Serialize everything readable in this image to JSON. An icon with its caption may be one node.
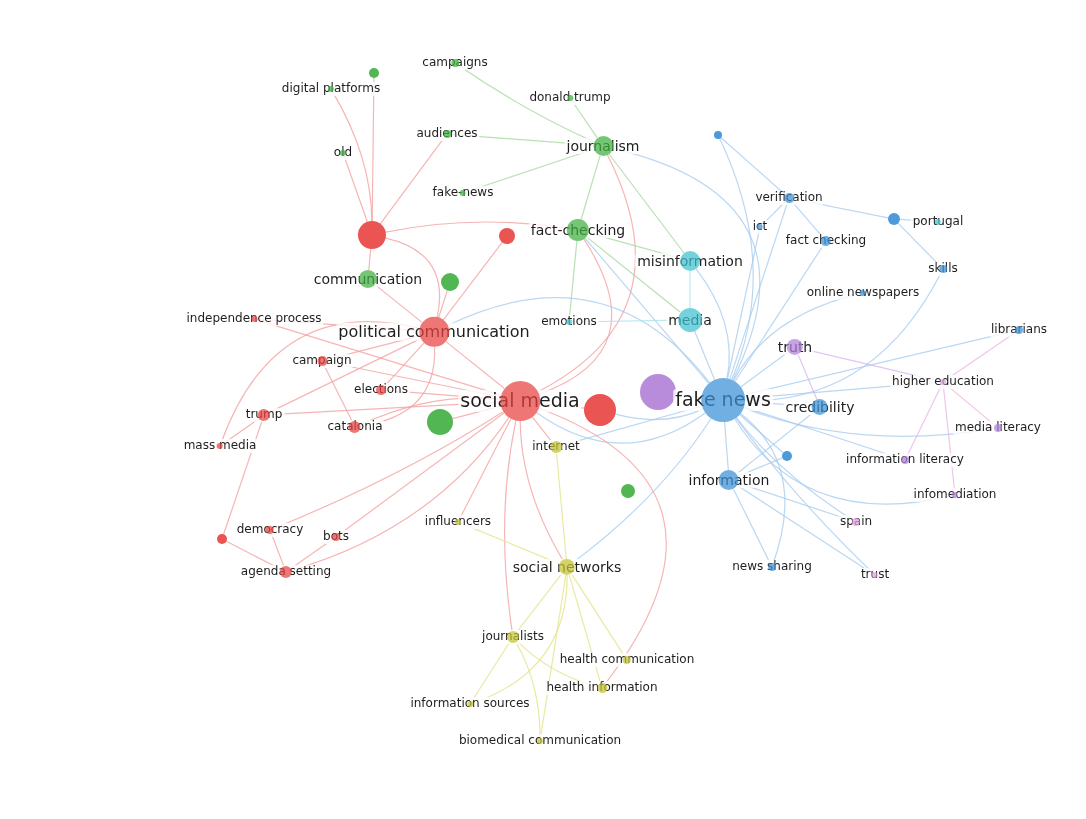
{
  "diagram": {
    "nodes": [
      {
        "text": [
          "campaigns"
        ]
      },
      {
        "text": [],
        "shape": "circle"
      },
      {
        "text": [
          "digital platforms"
        ]
      },
      {
        "text": [
          "donald trump"
        ]
      },
      {
        "text": [
          "audiences"
        ]
      },
      {
        "text": [
          "journalism"
        ]
      },
      {
        "text": [],
        "shape": "circle"
      },
      {
        "text": [
          "old"
        ]
      },
      {
        "text": [
          "fake-news"
        ]
      },
      {
        "text": [
          "verification"
        ]
      },
      {
        "text": [],
        "shape": "circle"
      },
      {
        "text": [
          "portugal"
        ]
      },
      {
        "text": [],
        "shape": "circle"
      },
      {
        "text": [],
        "shape": "circle"
      },
      {
        "text": [
          "fact-checking"
        ]
      },
      {
        "text": [
          "ict"
        ]
      },
      {
        "text": [
          "fact checking"
        ]
      },
      {
        "text": [
          "misinformation"
        ]
      },
      {
        "text": [
          "communication"
        ]
      },
      {
        "text": [],
        "shape": "circle"
      },
      {
        "text": [
          "skills"
        ]
      },
      {
        "text": [
          "online newspapers"
        ]
      },
      {
        "text": [
          "independence process"
        ]
      },
      {
        "text": [
          "political communication"
        ]
      },
      {
        "text": [
          "emotions"
        ]
      },
      {
        "text": [
          "media"
        ]
      },
      {
        "text": [
          "librarians"
        ]
      },
      {
        "text": [
          "truth"
        ]
      },
      {
        "text": [
          "campaign"
        ]
      },
      {
        "text": [
          "elections"
        ]
      },
      {
        "text": [
          "higher education"
        ]
      },
      {
        "text": [],
        "shape": "circle"
      },
      {
        "text": [
          "social media"
        ]
      },
      {
        "text": [
          "fake news"
        ]
      },
      {
        "text": [],
        "shape": "circle"
      },
      {
        "text": [
          "credibility"
        ]
      },
      {
        "text": [
          "trump"
        ]
      },
      {
        "text": [
          "catalonia"
        ]
      },
      {
        "text": [],
        "shape": "circle"
      },
      {
        "text": [
          "media literacy"
        ]
      },
      {
        "text": [
          "mass media"
        ]
      },
      {
        "text": [
          "internet"
        ]
      },
      {
        "text": [],
        "shape": "circle"
      },
      {
        "text": [
          "information literacy"
        ]
      },
      {
        "text": [
          "information"
        ]
      },
      {
        "text": [],
        "shape": "circle"
      },
      {
        "text": [
          "infomediation"
        ]
      },
      {
        "text": [
          "influencers"
        ]
      },
      {
        "text": [
          "democracy"
        ]
      },
      {
        "text": [],
        "shape": "circle"
      },
      {
        "text": [
          "bots"
        ]
      },
      {
        "text": [
          "spain"
        ]
      },
      {
        "text": [
          "social networks"
        ]
      },
      {
        "text": [
          "news sharing"
        ]
      },
      {
        "text": [
          "agenda setting"
        ]
      },
      {
        "text": [
          "trust"
        ]
      },
      {
        "text": [
          "journalists"
        ]
      },
      {
        "text": [
          "health communication"
        ]
      },
      {
        "text": [
          "health information"
        ]
      },
      {
        "text": [
          "information sources"
        ]
      },
      {
        "text": [
          "biomedical communication"
        ]
      }
    ],
    "edges": [
      {
        "from": 33,
        "to": 17,
        "arrow": "none",
        "color": "#a9cdef"
      },
      {
        "from": 33,
        "to": 25,
        "arrow": "none",
        "color": "#a9cdef"
      },
      {
        "from": 33,
        "to": 27,
        "arrow": "none",
        "color": "#a9cdef"
      },
      {
        "from": 33,
        "to": 35,
        "arrow": "none",
        "color": "#a9cdef"
      },
      {
        "from": 33,
        "to": 44,
        "arrow": "none",
        "color": "#a9cdef"
      },
      {
        "from": 33,
        "to": 31,
        "arrow": "none",
        "color": "#a9cdef"
      },
      {
        "from": 33,
        "to": 34,
        "arrow": "none",
        "color": "#a9cdef"
      },
      {
        "from": 33,
        "to": 32,
        "arrow": "none",
        "color": "#a9cdef"
      },
      {
        "from": 33,
        "to": 9,
        "arrow": "none",
        "color": "#a9cdef"
      },
      {
        "from": 33,
        "to": 16,
        "arrow": "none",
        "color": "#a9cdef"
      },
      {
        "from": 33,
        "to": 15,
        "arrow": "none",
        "color": "#a9cdef"
      },
      {
        "from": 33,
        "to": 21,
        "arrow": "none",
        "color": "#a9cdef"
      },
      {
        "from": 33,
        "to": 30,
        "arrow": "none",
        "color": "#a9cdef"
      },
      {
        "from": 33,
        "to": 39,
        "arrow": "none",
        "color": "#a9cdef"
      },
      {
        "from": 33,
        "to": 43,
        "arrow": "none",
        "color": "#a9cdef"
      },
      {
        "from": 33,
        "to": 46,
        "arrow": "none",
        "color": "#a9cdef"
      },
      {
        "from": 33,
        "to": 51,
        "arrow": "none",
        "color": "#a9cdef"
      },
      {
        "from": 33,
        "to": 53,
        "arrow": "none",
        "color": "#a9cdef"
      },
      {
        "from": 33,
        "to": 55,
        "arrow": "none",
        "color": "#a9cdef"
      },
      {
        "from": 33,
        "to": 20,
        "arrow": "none",
        "color": "#a9cdef"
      },
      {
        "from": 33,
        "to": 26,
        "arrow": "none",
        "color": "#a9cdef"
      },
      {
        "from": 33,
        "to": 14,
        "arrow": "none",
        "color": "#a9cdef"
      },
      {
        "from": 33,
        "to": 5,
        "arrow": "none",
        "color": "#a9cdef"
      },
      {
        "from": 33,
        "to": 41,
        "arrow": "none",
        "color": "#a9cdef"
      },
      {
        "from": 33,
        "to": 52,
        "arrow": "none",
        "color": "#a9cdef"
      },
      {
        "from": 33,
        "to": 23,
        "arrow": "none",
        "color": "#a9cdef"
      },
      {
        "from": 33,
        "to": 42,
        "arrow": "none",
        "color": "#a9cdef"
      },
      {
        "from": 33,
        "to": 6,
        "arrow": "none",
        "color": "#a9cdef"
      },
      {
        "from": 32,
        "to": 23,
        "arrow": "none",
        "color": "#f4a3a3"
      },
      {
        "from": 32,
        "to": 28,
        "arrow": "none",
        "color": "#f4a3a3"
      },
      {
        "from": 32,
        "to": 29,
        "arrow": "none",
        "color": "#f4a3a3"
      },
      {
        "from": 32,
        "to": 37,
        "arrow": "none",
        "color": "#f4a3a3"
      },
      {
        "from": 32,
        "to": 38,
        "arrow": "none",
        "color": "#f4a3a3"
      },
      {
        "from": 32,
        "to": 41,
        "arrow": "none",
        "color": "#f4a3a3"
      },
      {
        "from": 32,
        "to": 52,
        "arrow": "none",
        "color": "#f4a3a3"
      },
      {
        "from": 32,
        "to": 47,
        "arrow": "none",
        "color": "#f4a3a3"
      },
      {
        "from": 32,
        "to": 50,
        "arrow": "none",
        "color": "#f4a3a3"
      },
      {
        "from": 32,
        "to": 48,
        "arrow": "none",
        "color": "#f4a3a3"
      },
      {
        "from": 32,
        "to": 54,
        "arrow": "none",
        "color": "#f4a3a3"
      },
      {
        "from": 32,
        "to": 36,
        "arrow": "none",
        "color": "#f4a3a3"
      },
      {
        "from": 32,
        "to": 22,
        "arrow": "none",
        "color": "#f4a3a3"
      },
      {
        "from": 32,
        "to": 14,
        "arrow": "none",
        "color": "#f4a3a3"
      },
      {
        "from": 32,
        "to": 5,
        "arrow": "none",
        "color": "#f4a3a3"
      },
      {
        "from": 32,
        "to": 56,
        "arrow": "none",
        "color": "#f4a3a3"
      },
      {
        "from": 32,
        "to": 58,
        "arrow": "none",
        "color": "#f4a3a3"
      },
      {
        "from": 32,
        "to": 34,
        "arrow": "none",
        "color": "#f4a3a3"
      },
      {
        "from": 23,
        "to": 12,
        "arrow": "none",
        "color": "#f4a3a3"
      },
      {
        "from": 23,
        "to": 22,
        "arrow": "none",
        "color": "#f4a3a3"
      },
      {
        "from": 23,
        "to": 28,
        "arrow": "none",
        "color": "#f4a3a3"
      },
      {
        "from": 23,
        "to": 29,
        "arrow": "none",
        "color": "#f4a3a3"
      },
      {
        "from": 23,
        "to": 36,
        "arrow": "none",
        "color": "#f4a3a3"
      },
      {
        "from": 23,
        "to": 37,
        "arrow": "none",
        "color": "#f4a3a3"
      },
      {
        "from": 23,
        "to": 40,
        "arrow": "none",
        "color": "#f4a3a3"
      },
      {
        "from": 23,
        "to": 18,
        "arrow": "none",
        "color": "#f4a3a3"
      },
      {
        "from": 23,
        "to": 19,
        "arrow": "none",
        "color": "#f4a3a3"
      },
      {
        "from": 23,
        "to": 13,
        "arrow": "none",
        "color": "#f4a3a3"
      },
      {
        "from": 12,
        "to": 18,
        "arrow": "none",
        "color": "#f4a3a3"
      },
      {
        "from": 12,
        "to": 7,
        "arrow": "none",
        "color": "#f4a3a3"
      },
      {
        "from": 12,
        "to": 2,
        "arrow": "none",
        "color": "#f4a3a3"
      },
      {
        "from": 12,
        "to": 4,
        "arrow": "none",
        "color": "#f4a3a3"
      },
      {
        "from": 12,
        "to": 14,
        "arrow": "none",
        "color": "#f4a3a3"
      },
      {
        "from": 12,
        "to": 1,
        "arrow": "none",
        "color": "#f4a3a3"
      },
      {
        "from": 5,
        "to": 3,
        "arrow": "none",
        "color": "#a8d8a0"
      },
      {
        "from": 5,
        "to": 14,
        "arrow": "none",
        "color": "#a8d8a0"
      },
      {
        "from": 5,
        "to": 0,
        "arrow": "none",
        "color": "#a8d8a0"
      },
      {
        "from": 5,
        "to": 4,
        "arrow": "none",
        "color": "#a8d8a0"
      },
      {
        "from": 5,
        "to": 8,
        "arrow": "none",
        "color": "#a8d8a0"
      },
      {
        "from": 5,
        "to": 17,
        "arrow": "none",
        "color": "#a8d8a0"
      },
      {
        "from": 14,
        "to": 24,
        "arrow": "none",
        "color": "#a8d8a0"
      },
      {
        "from": 14,
        "to": 17,
        "arrow": "none",
        "color": "#a8d8a0"
      },
      {
        "from": 14,
        "to": 25,
        "arrow": "none",
        "color": "#a8d8a0"
      },
      {
        "from": 52,
        "to": 56,
        "arrow": "none",
        "color": "#e4e48a"
      },
      {
        "from": 52,
        "to": 57,
        "arrow": "none",
        "color": "#e4e48a"
      },
      {
        "from": 52,
        "to": 58,
        "arrow": "none",
        "color": "#e4e48a"
      },
      {
        "from": 52,
        "to": 59,
        "arrow": "none",
        "color": "#e4e48a"
      },
      {
        "from": 52,
        "to": 60,
        "arrow": "none",
        "color": "#e4e48a"
      },
      {
        "from": 52,
        "to": 41,
        "arrow": "none",
        "color": "#e4e48a"
      },
      {
        "from": 52,
        "to": 47,
        "arrow": "none",
        "color": "#e4e48a"
      },
      {
        "from": 56,
        "to": 59,
        "arrow": "none",
        "color": "#e4e48a"
      },
      {
        "from": 56,
        "to": 60,
        "arrow": "none",
        "color": "#e4e48a"
      },
      {
        "from": 56,
        "to": 58,
        "arrow": "none",
        "color": "#e4e48a"
      },
      {
        "from": 44,
        "to": 53,
        "arrow": "none",
        "color": "#a9cdef"
      },
      {
        "from": 44,
        "to": 42,
        "arrow": "none",
        "color": "#a9cdef"
      },
      {
        "from": 44,
        "to": 51,
        "arrow": "none",
        "color": "#a9cdef"
      },
      {
        "from": 44,
        "to": 35,
        "arrow": "none",
        "color": "#a9cdef"
      },
      {
        "from": 44,
        "to": 55,
        "arrow": "none",
        "color": "#a9cdef"
      },
      {
        "from": 30,
        "to": 26,
        "arrow": "none",
        "color": "#ecb5e6"
      },
      {
        "from": 30,
        "to": 39,
        "arrow": "none",
        "color": "#ecb5e6"
      },
      {
        "from": 30,
        "to": 43,
        "arrow": "none",
        "color": "#ecb5e6"
      },
      {
        "from": 30,
        "to": 46,
        "arrow": "none",
        "color": "#ecb5e6"
      },
      {
        "from": 27,
        "to": 30,
        "arrow": "none",
        "color": "#d8b8ee"
      },
      {
        "from": 27,
        "to": 35,
        "arrow": "none",
        "color": "#d8b8ee"
      },
      {
        "from": 9,
        "to": 15,
        "arrow": "none",
        "color": "#a9cdef"
      },
      {
        "from": 9,
        "to": 16,
        "arrow": "none",
        "color": "#a9cdef"
      },
      {
        "from": 9,
        "to": 10,
        "arrow": "none",
        "color": "#a9cdef"
      },
      {
        "from": 9,
        "to": 6,
        "arrow": "none",
        "color": "#a9cdef"
      },
      {
        "from": 10,
        "to": 11,
        "arrow": "none",
        "color": "#a9cdef"
      },
      {
        "from": 10,
        "to": 20,
        "arrow": "none",
        "color": "#a9cdef"
      },
      {
        "from": 36,
        "to": 40,
        "arrow": "none",
        "color": "#f4a3a3"
      },
      {
        "from": 36,
        "to": 49,
        "arrow": "none",
        "color": "#f4a3a3"
      },
      {
        "from": 54,
        "to": 48,
        "arrow": "none",
        "color": "#f4a3a3"
      },
      {
        "from": 54,
        "to": 49,
        "arrow": "none",
        "color": "#f4a3a3"
      },
      {
        "from": 54,
        "to": 50,
        "arrow": "none",
        "color": "#f4a3a3"
      },
      {
        "from": 37,
        "to": 28,
        "arrow": "none",
        "color": "#f4a3a3"
      },
      {
        "from": 25,
        "to": 24,
        "arrow": "none",
        "color": "#a8e3ea"
      },
      {
        "from": 25,
        "to": 17,
        "arrow": "none",
        "color": "#a8e3ea"
      }
    ]
  }
}
